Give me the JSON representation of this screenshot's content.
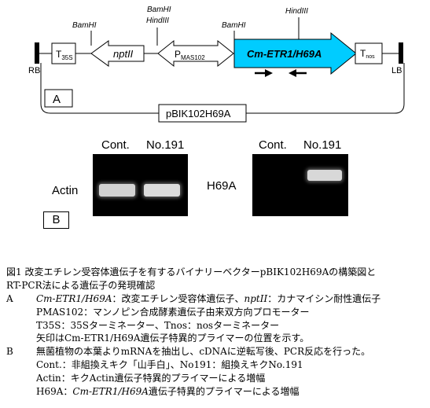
{
  "construct": {
    "rb": "RB",
    "lb": "LB",
    "t35s_main": "T",
    "t35s_sub": "35S",
    "nptii": "nptII",
    "pmas_main": "P",
    "pmas_sub": "MAS102",
    "etr": "Cm-ETR1/H69A",
    "tnos_main": "T",
    "tnos_sub": "nos",
    "bam1": "BamHI",
    "bam2": "BamHI",
    "hind2": "HindIII",
    "bam3": "BamHI",
    "hind3": "HindIII",
    "panel_a": "A",
    "plasmid": "pBIK102H69A",
    "colors": {
      "etr_fill": "#00ccff",
      "arrow_fill": "#ffffff",
      "line": "#000000"
    }
  },
  "gel": {
    "left_lanes": [
      "Cont.",
      "No.191"
    ],
    "right_lanes": [
      "Cont.",
      "No.191"
    ],
    "left_label": "Actin",
    "right_label": "H69A",
    "panel_b": "B"
  },
  "caption": {
    "l1": "図1 改変エチレン受容体遺伝子を有するバイナリーベクターpBIK102H69Aの構築図と",
    "l2": "RT-PCR法による遺伝子の発現確認",
    "a_lead": "A",
    "a1_italic": "Cm-ETR1/H69A",
    "a1_mid": "：改変エチレン受容体遺伝子、",
    "a1_italic2": "nptII",
    "a1_end": "：カナマイシン耐性遺伝子",
    "a2": "PMAS102：マンノピン合成酵素遺伝子由来双方向プロモーター",
    "a3": "T35S：35Sターミネーター、Tnos：nosターミネーター",
    "a4": "矢印はCm-ETR1/H69A遺伝子特異的プライマーの位置を示す。",
    "b_lead": "B",
    "b1": "無菌植物の本葉よりmRNAを抽出し、cDNAに逆転写後、PCR反応を行った。",
    "b2": "Cont.：非組換えキク「山手白」、No191：組換えキクNo.191",
    "b3": "Actin：キクActin遺伝子特異的プライマーによる増幅",
    "b4_start": "H69A：",
    "b4_italic": "Cm-ETR1/H69A",
    "b4_end": "遺伝子特異的プライマーによる増幅"
  }
}
